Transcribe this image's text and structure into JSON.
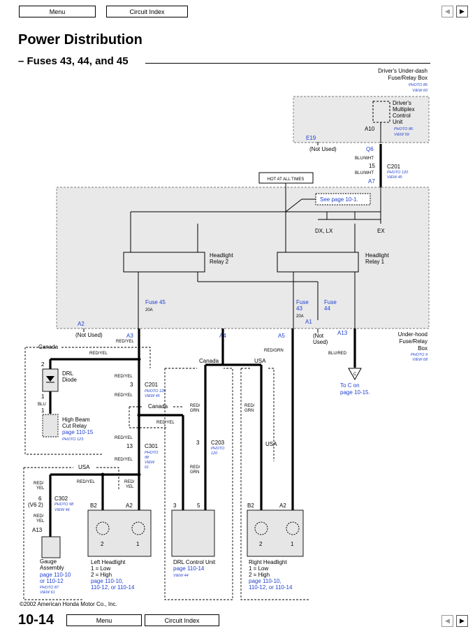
{
  "nav": {
    "menu": "Menu",
    "circuit_index": "Circuit Index",
    "prev": "◀",
    "next": "▶"
  },
  "page": {
    "title": "Power Distribution",
    "subtitle": "– Fuses 43, 44, and 45",
    "number": "10-14",
    "copyright": "©2002 American Honda Motor Co., Inc."
  },
  "diagram": {
    "dash_box": {
      "title1": "Driver's Under-dash",
      "title2": "Fuse/Relay Box",
      "photo": "PHOTO 85",
      "view": "VIEW 60"
    },
    "multiplex": {
      "l1": "Driver's",
      "l2": "Multiplex",
      "l3": "Control",
      "l4": "Unit",
      "photo": "PHOTO 86",
      "view": "VIEW 59"
    },
    "a10": "A10",
    "e19": "E19",
    "e19_note": "(Not Used)",
    "q6": "Q6",
    "blu_wht": "BLU/WHT",
    "c201_pin15": "15",
    "c201": "C201",
    "c201_photo": "PHOTO 120",
    "c201_view": "VIEW 45",
    "a7": "A7",
    "hot": "HOT AT ALL TIMES",
    "see_page": "See page 10-1.",
    "dx_lx": "DX, LX",
    "ex": "EX",
    "relay2": {
      "l1": "Headlight",
      "l2": "Relay 2"
    },
    "relay1": {
      "l1": "Headlight",
      "l2": "Relay 1"
    },
    "fuse45": "Fuse  45",
    "fuse45_amp": "20A",
    "fuse43": "Fuse",
    "fuse43_num": "43",
    "fuse43_amp": "20A",
    "fuse44": "Fuse",
    "fuse44_num": "44",
    "a1": "A1",
    "a2": "A2",
    "not_used": "(Not Used)",
    "a3": "A3",
    "a4": "A4",
    "a5": "A5",
    "a13": "A13",
    "not1": "(Not",
    "not2": "Used)",
    "uh_box": {
      "l1": "Under-hood",
      "l2": "Fuse/Relay",
      "l3": "Box",
      "photo": "PHOTO 9",
      "view": "VIEW 68"
    },
    "red_yel": "RED/YEL",
    "red_grn": "RED/GRN",
    "blu_red": "BLU/RED",
    "red_split": "RED/",
    "yel_split": "YEL",
    "grn_split": "GRN",
    "to_c": "To C on",
    "to_c2": "page 10-15.",
    "canada": "Canada",
    "usa": "USA",
    "drl_diode": {
      "l1": "DRL",
      "l2": "Diode"
    },
    "pin2": "2",
    "pin1": "1",
    "pin3": "3",
    "pin5": "5",
    "pin13": "13",
    "pin6": "6",
    "pin_v6": "(V6 2)",
    "blu": "BLU",
    "hb_relay": {
      "l1": "High Beam",
      "l2": "Cut Relay",
      "page": "page 110-15",
      "photo": "PHOTO 123"
    },
    "c201b": "C201",
    "c201b_photo": "PHOTO 120",
    "c201b_view": "VIEW 45",
    "c301": "C301",
    "c301_photo": "PHOTO",
    "c301_photo2": "98",
    "c301_view": "VIEW",
    "c301_view2": "61",
    "c203": "C203",
    "c203_photo": "PHOTO",
    "c203_photo2": "120",
    "c302": "C302",
    "c302_photo": "PHOTO 98",
    "c302_view": "VIEW 46",
    "b2": "B2",
    "a2b": "A2",
    "gauge": {
      "l1": "Gauge",
      "l2": "Assembly",
      "p1": "page 110-10",
      "p2": "or 110-12",
      "photo": "PHOTO 87",
      "view": "VIEW 61"
    },
    "left_hl": {
      "l1": "Left Headlight",
      "l2": "1 = Low",
      "l3": "2 = High",
      "p1": "page 110-10,",
      "p2": "110-12, or 110-14"
    },
    "drl_cu": {
      "l1": "DRL Control Unit",
      "page": "page 110-14",
      "view": "VIEW 44"
    },
    "right_hl": {
      "l1": "Right Headlight",
      "l2": "1 = Low",
      "l3": "2 = High",
      "p1": "page 110-10,",
      "p2": "110-12, or 110-14"
    }
  }
}
